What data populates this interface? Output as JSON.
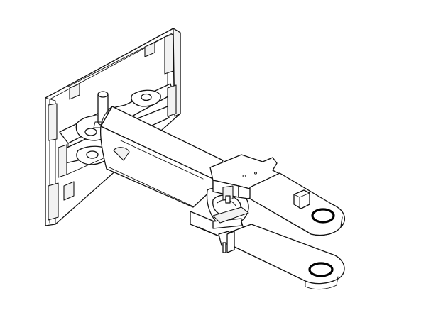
{
  "drawing": {
    "style": "isometric line drawing",
    "parts": [
      "wall-plate",
      "hinge-bracket",
      "pivot-pin",
      "main-arm",
      "clevis-block",
      "upper-fork-tine",
      "lower-fork-tine",
      "swivel-bearing"
    ],
    "line_color": "#111111",
    "background_color": "#ffffff"
  }
}
